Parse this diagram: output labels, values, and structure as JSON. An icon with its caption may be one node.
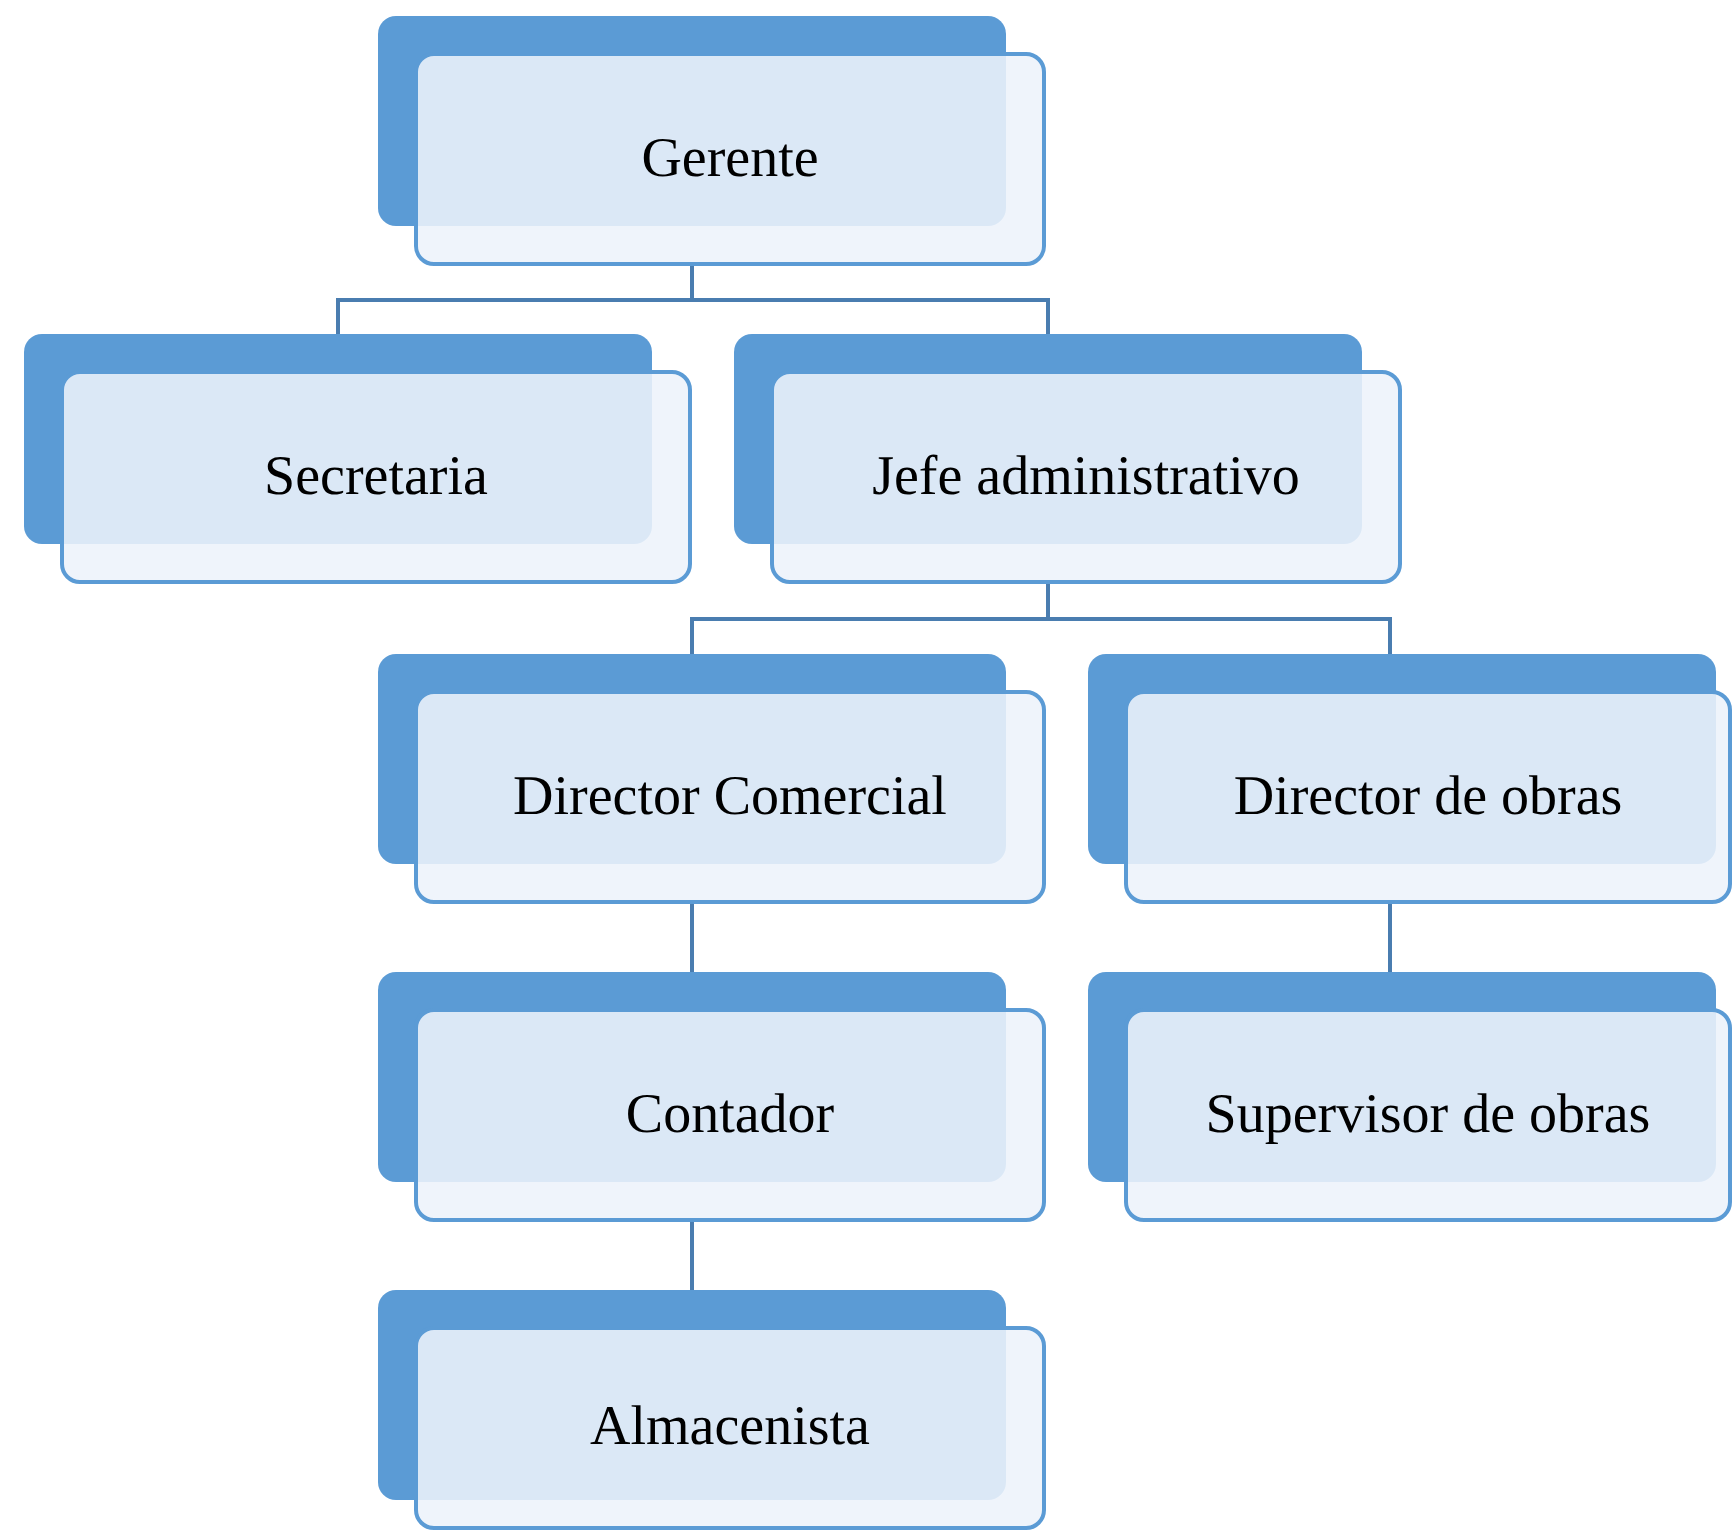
{
  "diagram": {
    "nodes": [
      {
        "text": [
          "Gerente"
        ]
      },
      {
        "text": [
          "Secretaria"
        ]
      },
      {
        "text": [
          "Jefe administrativo"
        ]
      },
      {
        "text": [
          "Director Comercial"
        ]
      },
      {
        "text": [
          "Director de obras"
        ]
      },
      {
        "text": [
          "Contador"
        ]
      },
      {
        "text": [
          "Supervisor de obras"
        ]
      },
      {
        "text": [
          "Almacenista"
        ]
      }
    ],
    "edges": [
      {
        "from": 0,
        "to": 1,
        "arrow": "none"
      },
      {
        "from": 0,
        "to": 2,
        "arrow": "none"
      },
      {
        "from": 2,
        "to": 3,
        "arrow": "none"
      },
      {
        "from": 2,
        "to": 4,
        "arrow": "none"
      },
      {
        "from": 3,
        "to": 5,
        "arrow": "none"
      },
      {
        "from": 5,
        "to": 7,
        "arrow": "none"
      },
      {
        "from": 4,
        "to": 6,
        "arrow": "none"
      }
    ]
  }
}
